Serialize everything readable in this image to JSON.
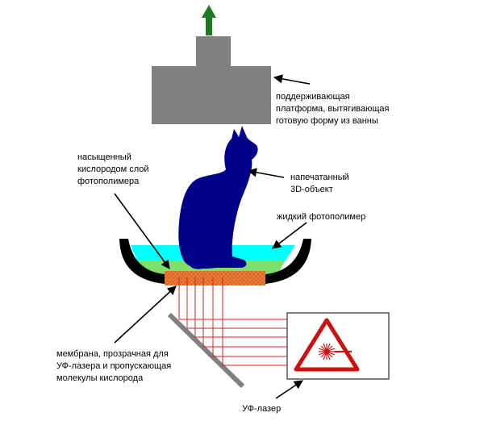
{
  "labels": {
    "platform": [
      "поддерживающая",
      "платформа, вытягивающая",
      "готовую форму из ванны"
    ],
    "oxygen_layer": [
      "насыщенный",
      "кислородом слой",
      "фотополимера"
    ],
    "printed_object": [
      "напечатанный",
      "3D-объект"
    ],
    "liquid_polymer": [
      "жидкий фотополимер"
    ],
    "membrane": [
      "мембрана, прозрачная для",
      "УФ-лазера и пропускающая",
      "молекулы кислорода"
    ],
    "uv_laser": [
      "УФ-лазер"
    ]
  },
  "colors": {
    "platform": "#808080",
    "arrow_up": "#1e7a1e",
    "cat": "#00008b",
    "liquid": "#00ffff",
    "oxygen_layer": "#7ee06a",
    "membrane": "#f08040",
    "beam": "#d42020",
    "vat": "#000000",
    "mirror": "#808080",
    "warning": "#cc1111"
  },
  "icons": {
    "up_arrow": "up-arrow-icon",
    "laser_warning": "laser-warning-icon"
  }
}
